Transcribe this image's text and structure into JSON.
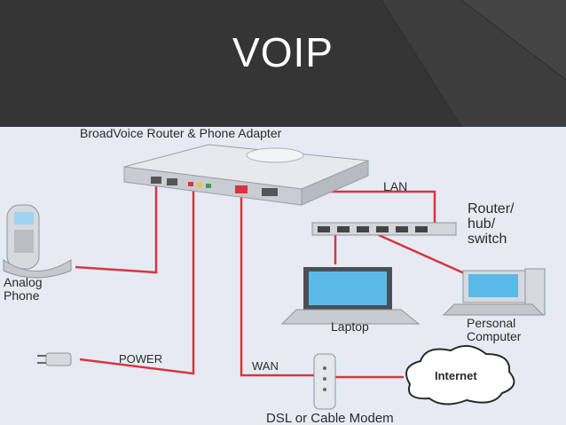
{
  "slide": {
    "title": "VOIP"
  },
  "diagram": {
    "adapter_label": "BroadVoice Router & Phone Adapter",
    "lan_label": "LAN",
    "router_label": "Router/\nhub/\nswitch",
    "phone_label": "Analog\nPhone",
    "laptop_label": "Laptop",
    "computer_label": "Personal\nComputer",
    "power_label": "POWER",
    "wan_label": "WAN",
    "internet_label": "Internet",
    "modem_label": "DSL or Cable Modem"
  },
  "colors": {
    "header_bg": "#353535",
    "title_text": "#ffffff",
    "diagram_bg": "#e6ebf3",
    "cable": "#d9343f",
    "device_gray": "#d2d5da",
    "screen_blue": "#5bb9e8"
  }
}
